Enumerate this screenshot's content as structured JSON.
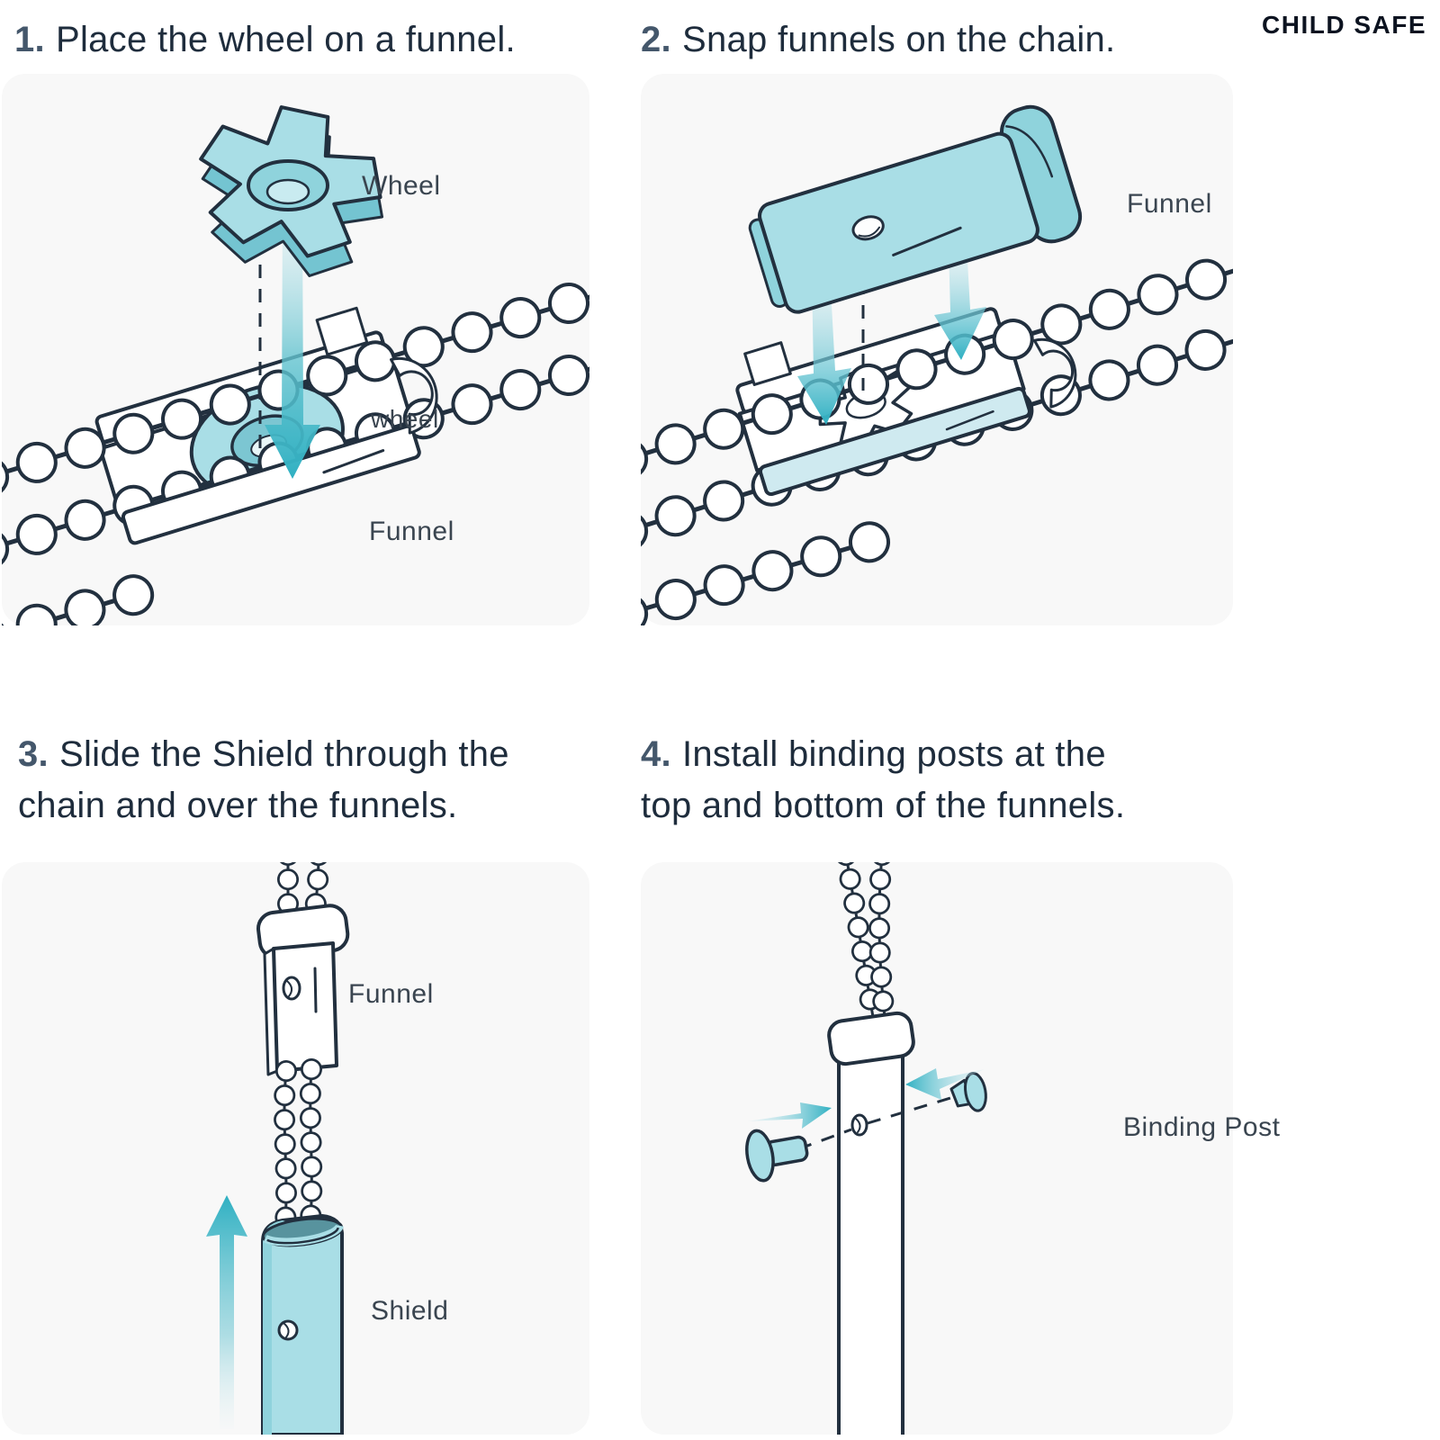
{
  "badge": {
    "text": "CHILD SAFE"
  },
  "steps": [
    {
      "number": "1.",
      "title": "Place the wheel on a funnel."
    },
    {
      "number": "2.",
      "title": "Snap funnels on the chain."
    },
    {
      "number": "3.",
      "title": "Slide the Shield through the\nchain and over the funnels."
    },
    {
      "number": "4.",
      "title": "Install binding posts at the\ntop and bottom of the funnels."
    }
  ],
  "panels": [
    {
      "labels": {
        "wheel": "Wheel",
        "wheel_seated": "wheel",
        "funnel": "Funnel"
      }
    },
    {
      "labels": {
        "funnel": "Funnel"
      }
    },
    {
      "labels": {
        "funnel": "Funnel",
        "shield": "Shield"
      }
    },
    {
      "labels": {
        "binding_post": "Binding Post"
      }
    }
  ],
  "colors": {
    "ink": "#22303f",
    "teal": "#a9dee6",
    "teal-mid": "#8fd3dc",
    "teal-deep": "#2fb0c2",
    "panel": "#f8f8f8",
    "title": "#1e2c3c",
    "num": "#44576b",
    "label": "#3a4550",
    "badge": "#0c1320"
  }
}
